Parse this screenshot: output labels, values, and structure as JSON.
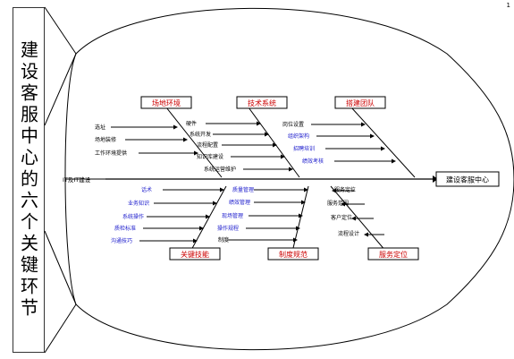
{
  "side_title": "建设客服中心的六个关键环节",
  "page_mark": "1",
  "head": "建设客服中心",
  "spine_label": "IT及IT建设",
  "categories": {
    "site": "场地环境",
    "tech": "技术系统",
    "team": "搭建团队",
    "key": "关键技能",
    "system": "制度规范",
    "service": "服务定位"
  },
  "causes": {
    "site": [
      "选址",
      "场地装修",
      "工作环境提供"
    ],
    "tech": [
      "硬件",
      "系统开发",
      "流程配置",
      "知识库建设",
      "系统运营维护"
    ],
    "team": [
      "岗位设置",
      "组织架构",
      "招聘培训",
      "绩效考核"
    ],
    "key": [
      "话术",
      "业务知识",
      "系统操作",
      "质检标准",
      "沟通技巧"
    ],
    "system": [
      "质量管理",
      "绩效管理",
      "现场管理",
      "操作规程",
      "制度"
    ],
    "service": [
      "服务定位",
      "服务范围",
      "客户定位",
      "流程设计"
    ]
  }
}
